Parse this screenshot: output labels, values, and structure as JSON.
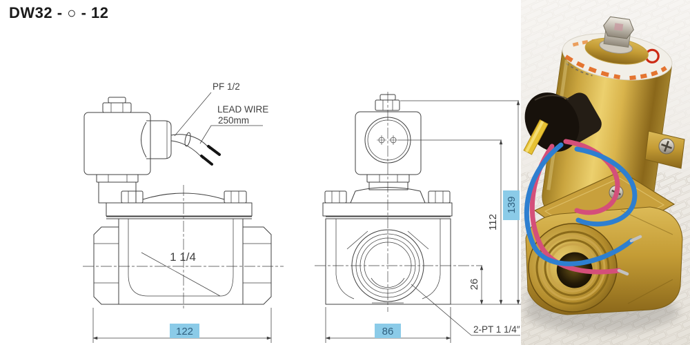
{
  "title": "DW32 - ○ - 12",
  "colors": {
    "line": "#3F3F3F",
    "highlight_bg": "#8BCBE8",
    "highlight_text": "#2F5F7E",
    "brass": "#C8A03C",
    "wire_pink": "#D44F7A",
    "wire_blue": "#2E7FD0",
    "tie_yellow": "#E7C233",
    "conduit_black": "#17110B"
  },
  "front_view": {
    "callouts": {
      "conduit_thread": "PF 1/2",
      "lead_wire_line1": "LEAD WIRE",
      "lead_wire_line2": "250mm"
    },
    "port_size_label": "1 1/4",
    "dim_width": "122"
  },
  "side_view": {
    "dim_height_total": "139",
    "dim_height_center": "112",
    "dim_port_center": "26",
    "dim_depth": "86",
    "port_callout": "2-PT 1 1/4″"
  }
}
